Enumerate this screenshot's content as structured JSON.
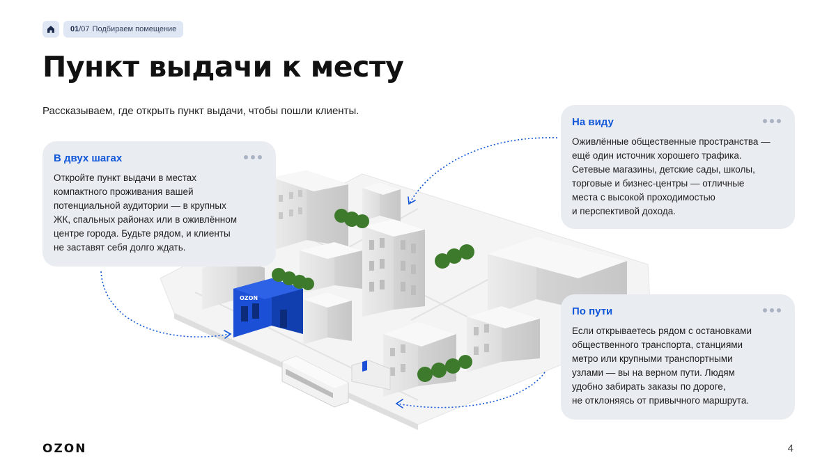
{
  "breadcrumb": {
    "step_current": "01",
    "step_total": "/07",
    "section": "Подбираем помещение"
  },
  "header": {
    "title": "Пункт выдачи к месту",
    "subtitle": "Рассказываем, где открыть пункт выдачи, чтобы пошли клиенты."
  },
  "cards": {
    "left": {
      "heading": "В двух шагах",
      "lines": [
        "Откройте пункт выдачи в местах",
        "компактного проживания вашей",
        "потенциальной аудитории — в крупных",
        "ЖК, спальных районах или в оживлённом",
        "центре города. Будьте рядом, и клиенты",
        "не заставят себя долго ждать."
      ]
    },
    "top": {
      "heading": "На виду",
      "lines": [
        "Оживлённые общественные пространства —",
        "ещё один источник хорошего трафика.",
        "Сетевые магазины, детские сады, школы,",
        "торговые и бизнес-центры — отличные",
        "места с высокой проходимостью",
        "и перспективой дохода."
      ]
    },
    "bottom": {
      "heading": "По пути",
      "lines": [
        "Если открываетесь рядом с остановками",
        "общественного транспорта, станциями",
        "метро или крупными транспортными",
        "узлами — вы на верном пути. Людям",
        "удобно забирать заказы по дороге,",
        "не отклоняясь от привычного маршрута."
      ]
    }
  },
  "scene": {
    "store_sign": "OZON"
  },
  "footer": {
    "logo": "OZON",
    "page_number": "4"
  },
  "colors": {
    "accent_blue": "#1257d8",
    "card_bg": "#e9ecf1",
    "pill_bg": "#dfe7f5",
    "store_blue": "#1a4fd6"
  }
}
